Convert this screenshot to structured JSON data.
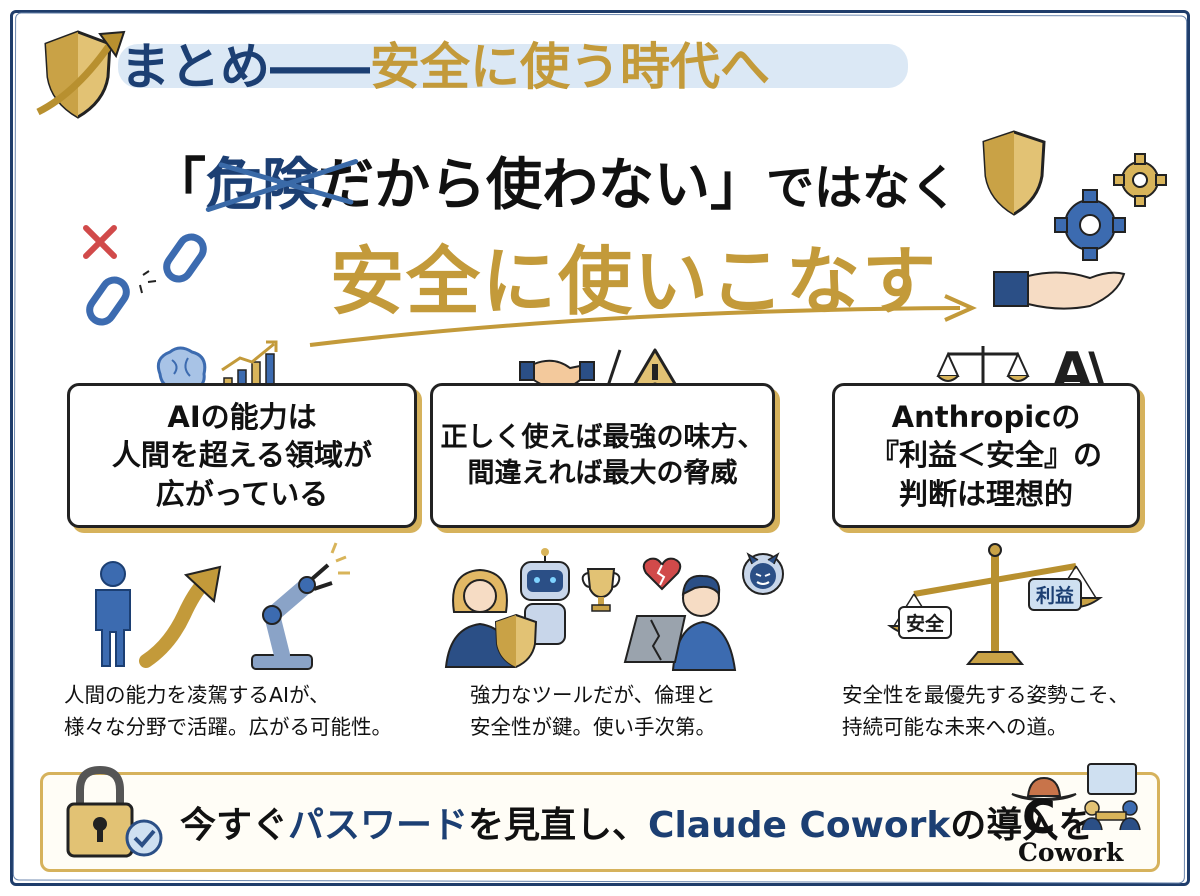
{
  "title": {
    "part1": "まとめ――",
    "part2": "安全に使う時代へ"
  },
  "headline": {
    "open_quote": "「",
    "danger": "危険",
    "rest": "だから使わない",
    "close_quote": "」",
    "suffix": "ではなく",
    "main": "安全に使いこなす"
  },
  "cards": [
    {
      "lines": [
        "AIの能力は",
        "人間を超える領域が",
        "広がっている"
      ],
      "caption": [
        "人間の能力を凌駕するAIが、",
        "様々な分野で活躍。広がる可能性。"
      ]
    },
    {
      "lines": [
        "正しく使えば最強の味方、",
        "間違えれば最大の脅威"
      ],
      "caption": [
        "強力なツールだが、倫理と",
        "安全性が鍵。使い手次第。"
      ]
    },
    {
      "lines": [
        "Anthropicの",
        "『利益＜安全』の",
        "判断は理想的"
      ],
      "caption": [
        "安全性を最優先する姿勢こそ、",
        "持続可能な未来への道。"
      ]
    }
  ],
  "scale_labels": {
    "left": "安全",
    "right": "利益"
  },
  "logo_text": "A\\",
  "bottom": {
    "prefix": "今すぐ",
    "blue1": "パスワード",
    "mid": "を見直し、",
    "blue2": "Claude Cowork",
    "suffix1": "の",
    "bold2": "導入",
    "suffix2": "を"
  },
  "cowork": {
    "letter": "C",
    "label": "Cowork"
  },
  "colors": {
    "navy": "#1c3f73",
    "gold": "#c39a3a",
    "light_blue": "#cfe0f1"
  },
  "icons": [
    "shield-arrow-icon",
    "broken-chain-icon",
    "x-mark-icon",
    "shield-icon",
    "gear-icon",
    "open-hand-icon",
    "brain-icon",
    "growth-chart-icon",
    "handshake-icon",
    "warning-icon",
    "balance-scale-icon",
    "anthropic-logo-icon",
    "person-icon",
    "up-arrow-icon",
    "robot-arm-icon",
    "woman-icon",
    "robot-icon",
    "trophy-icon",
    "broken-heart-icon",
    "worried-man-icon",
    "devil-icon",
    "padlock-icon",
    "check-badge-icon",
    "cowboy-hat-icon",
    "team-meeting-icon"
  ]
}
